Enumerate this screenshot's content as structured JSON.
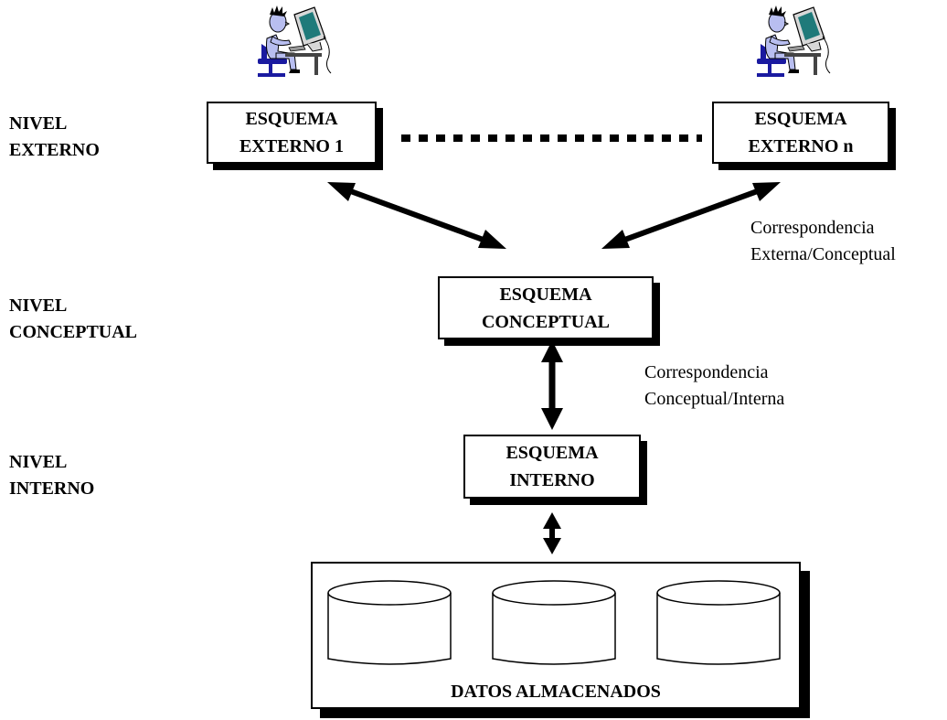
{
  "levels": {
    "external": [
      "NIVEL",
      "EXTERNO"
    ],
    "conceptual": [
      "NIVEL",
      "CONCEPTUAL"
    ],
    "internal": [
      "NIVEL",
      "INTERNO"
    ]
  },
  "boxes": {
    "external_1": [
      "ESQUEMA",
      "EXTERNO 1"
    ],
    "external_n": [
      "ESQUEMA",
      "EXTERNO n"
    ],
    "conceptual": [
      "ESQUEMA",
      "CONCEPTUAL"
    ],
    "internal": [
      "ESQUEMA",
      "INTERNO"
    ]
  },
  "mappings": {
    "external_conceptual": [
      "Correspondencia",
      "Externa/Conceptual"
    ],
    "conceptual_internal": [
      "Correspondencia",
      "Conceptual/Interna"
    ]
  },
  "storage": {
    "label": "DATOS ALMACENADOS"
  },
  "users": [
    {
      "icon": "user-at-computer-icon"
    },
    {
      "icon": "user-at-computer-icon"
    }
  ]
}
